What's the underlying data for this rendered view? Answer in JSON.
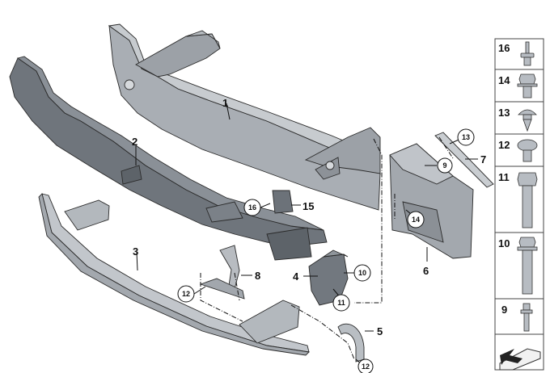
{
  "callouts": {
    "c1": "1",
    "c2": "2",
    "c3": "3",
    "c4": "4",
    "c5": "5",
    "c6": "6",
    "c7": "7",
    "c8": "8",
    "c15": "15"
  },
  "circled": {
    "k9": "9",
    "k10": "10",
    "k11": "11",
    "k12a": "12",
    "k12b": "12",
    "k13": "13",
    "k14": "14",
    "k16": "16"
  },
  "legend": [
    "16",
    "14",
    "13",
    "12",
    "11",
    "10",
    "9"
  ]
}
